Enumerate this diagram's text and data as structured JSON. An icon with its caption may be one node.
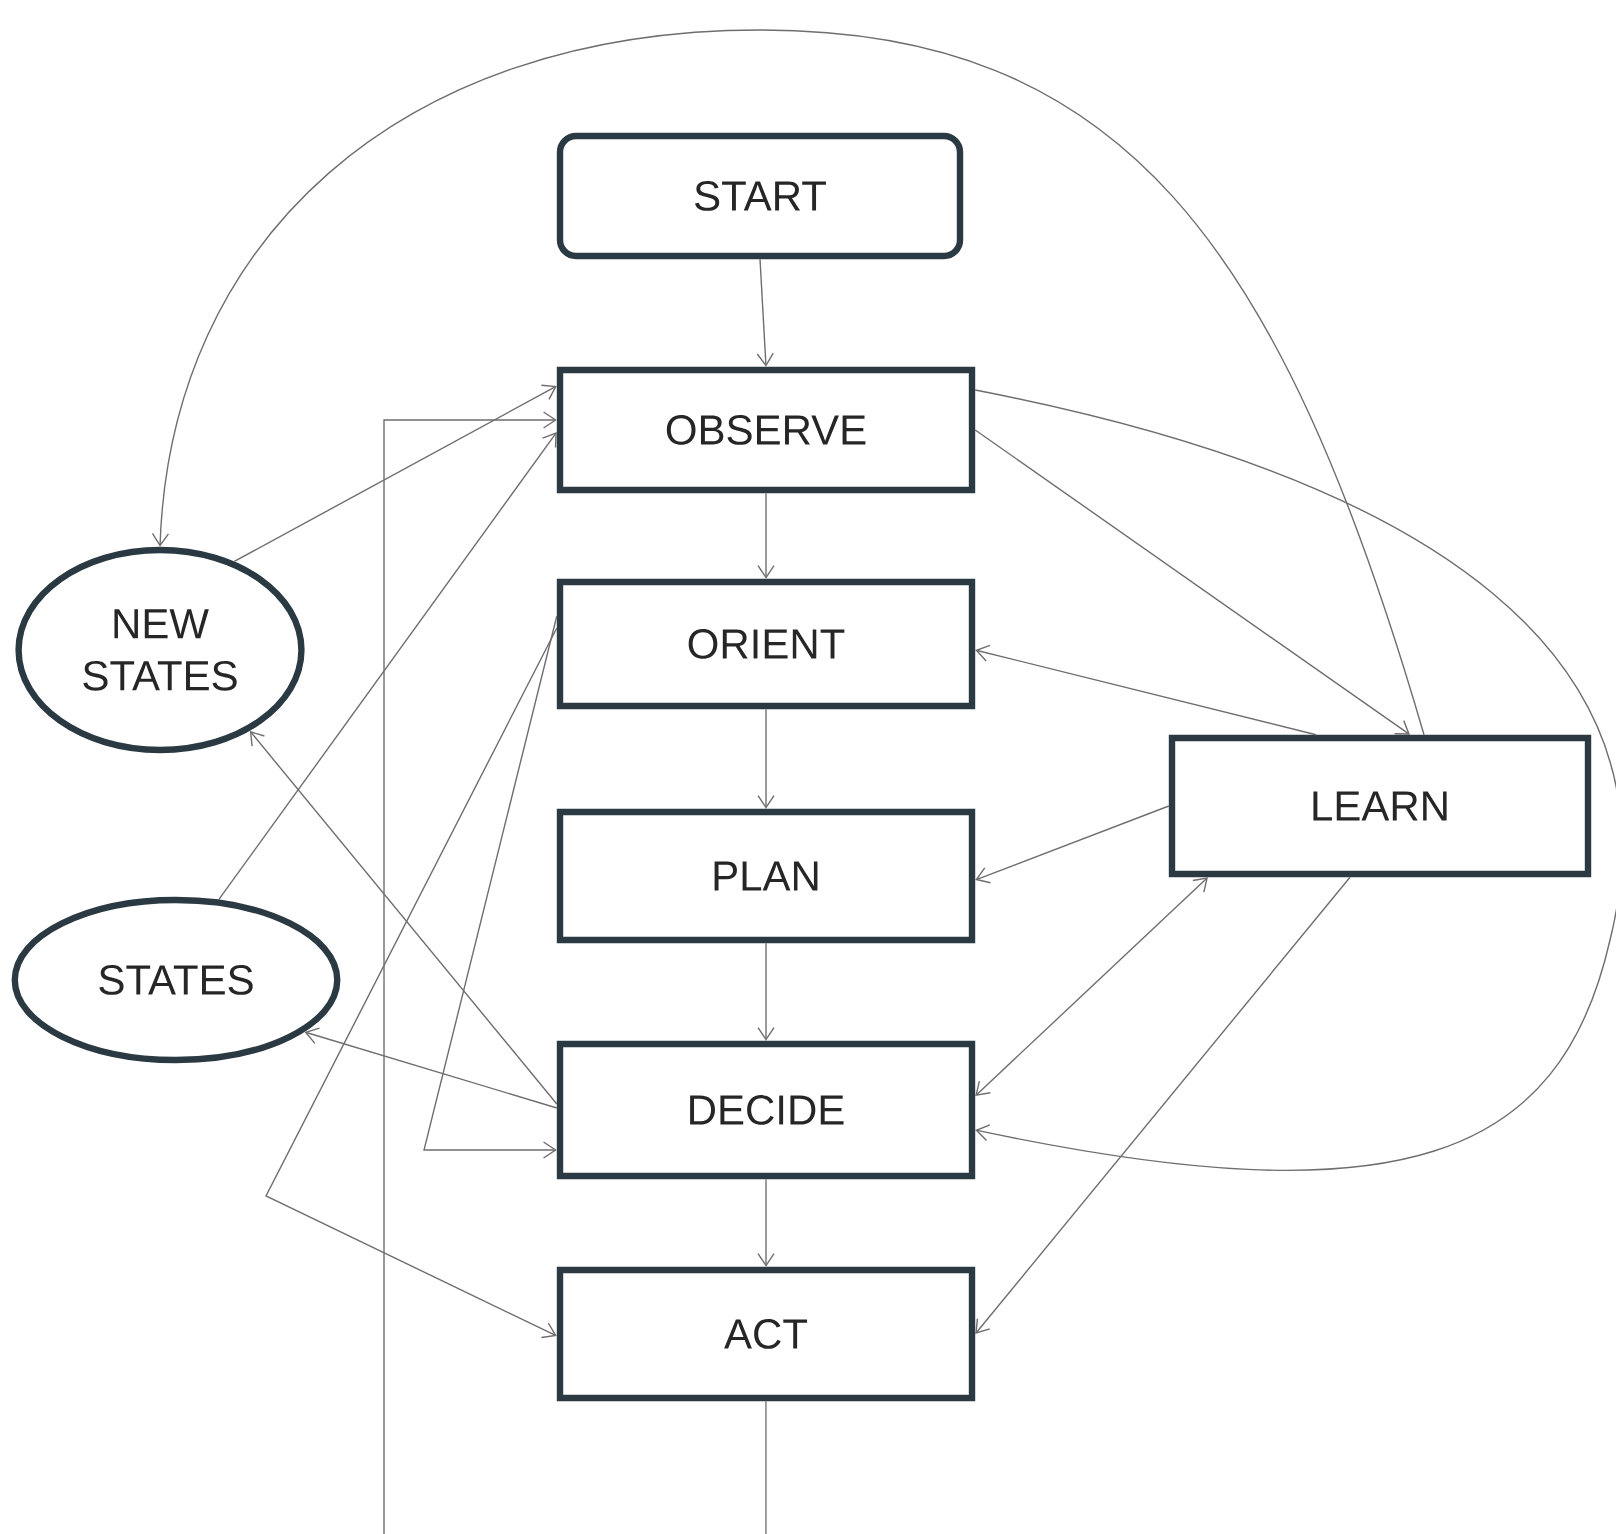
{
  "diagram": {
    "nodes": [
      {
        "text": [
          "START"
        ]
      },
      {
        "text": [
          "OBSERVE"
        ]
      },
      {
        "text": [
          "ORIENT"
        ]
      },
      {
        "text": [
          "PLAN"
        ]
      },
      {
        "text": [
          "DECIDE"
        ]
      },
      {
        "text": [
          "ACT"
        ]
      },
      {
        "text": [
          "LEARN"
        ]
      },
      {
        "text": [
          "NEW STATES"
        ]
      },
      {
        "text": [
          "STATES"
        ]
      }
    ],
    "edges": [
      {
        "from": 0,
        "to": 1,
        "arrow": "to"
      },
      {
        "from": 1,
        "to": 2,
        "arrow": "to"
      },
      {
        "from": 2,
        "to": 3,
        "arrow": "to"
      },
      {
        "from": 3,
        "to": 4,
        "arrow": "to"
      },
      {
        "from": 4,
        "to": 5,
        "arrow": "to"
      },
      {
        "from": 5,
        "to": 1,
        "arrow": "to"
      },
      {
        "from": 7,
        "to": 1,
        "arrow": "to"
      },
      {
        "from": 8,
        "to": 1,
        "arrow": "to"
      },
      {
        "from": 4,
        "to": 7,
        "arrow": "to"
      },
      {
        "from": 4,
        "to": 8,
        "arrow": "to"
      },
      {
        "from": 2,
        "to": 4,
        "arrow": "to"
      },
      {
        "from": 2,
        "to": 5,
        "arrow": "to"
      },
      {
        "from": 1,
        "to": 6,
        "arrow": "to"
      },
      {
        "from": 6,
        "to": 7,
        "arrow": "to"
      },
      {
        "from": 1,
        "to": 4,
        "arrow": "to"
      },
      {
        "from": 6,
        "to": 2,
        "arrow": "to"
      },
      {
        "from": 6,
        "to": 3,
        "arrow": "to"
      },
      {
        "from": 4,
        "to": 6,
        "arrow": "both"
      },
      {
        "from": 6,
        "to": 5,
        "arrow": "to"
      }
    ]
  }
}
